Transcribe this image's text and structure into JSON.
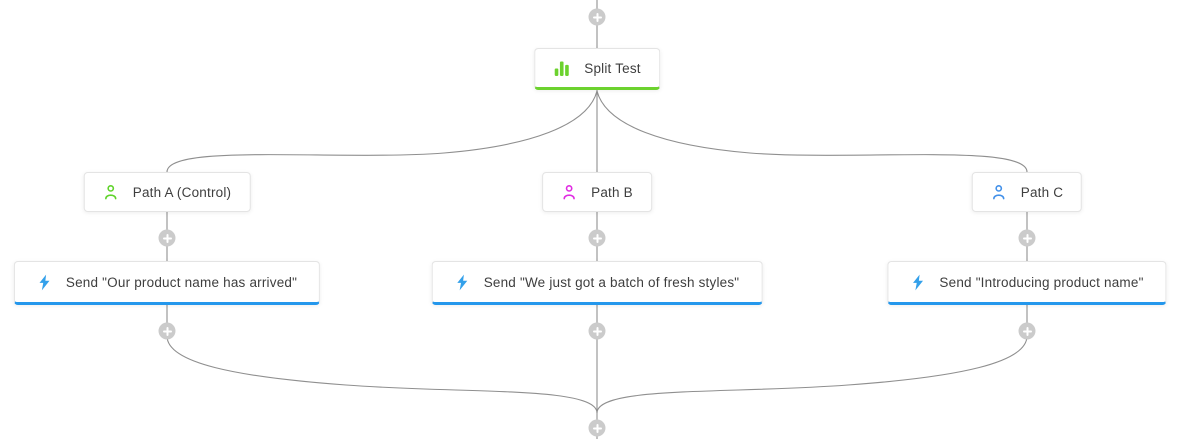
{
  "canvas": {
    "background": "#ffffff",
    "wire_color": "#8f8f8f",
    "node_border_color": "#e4e4e4",
    "text_color": "#3e3e3e",
    "add_button_color": "#cbcbcb"
  },
  "flow": {
    "split": {
      "label": "Split Test",
      "icon": "bar-chart-icon",
      "accent_color": "#6cd22e"
    },
    "paths": [
      {
        "label": "Path A (Control)",
        "icon": "person-icon",
        "icon_color": "#5fd32a"
      },
      {
        "label": "Path B",
        "icon": "person-icon",
        "icon_color": "#e02ce2"
      },
      {
        "label": "Path C",
        "icon": "person-icon",
        "icon_color": "#4290e9"
      }
    ],
    "actions": [
      {
        "label": "Send \"Our product name has arrived\"",
        "icon": "lightning-icon"
      },
      {
        "label": "Send \"We just got a batch of fresh styles\"",
        "icon": "lightning-icon"
      },
      {
        "label": "Send \"Introducing product name\"",
        "icon": "lightning-icon"
      }
    ],
    "action_icon_color": "#33a0ea",
    "action_accent_color": "#2497ec",
    "add_step_button_count": 8
  }
}
